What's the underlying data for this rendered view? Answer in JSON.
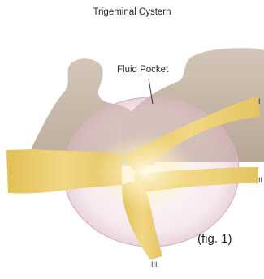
{
  "title": "Trigeminal Cystern",
  "callout": "Fluid Pocket",
  "branches": [
    "I",
    "II",
    "III"
  ],
  "figure_label": "(fig. 1)",
  "colors": {
    "bone": "#cbbdae",
    "bone_shadow": "#a99a8a",
    "nerve": "#e7c85e",
    "nerve_highlight": "#fff4c8",
    "pocket": "#ead2da"
  }
}
